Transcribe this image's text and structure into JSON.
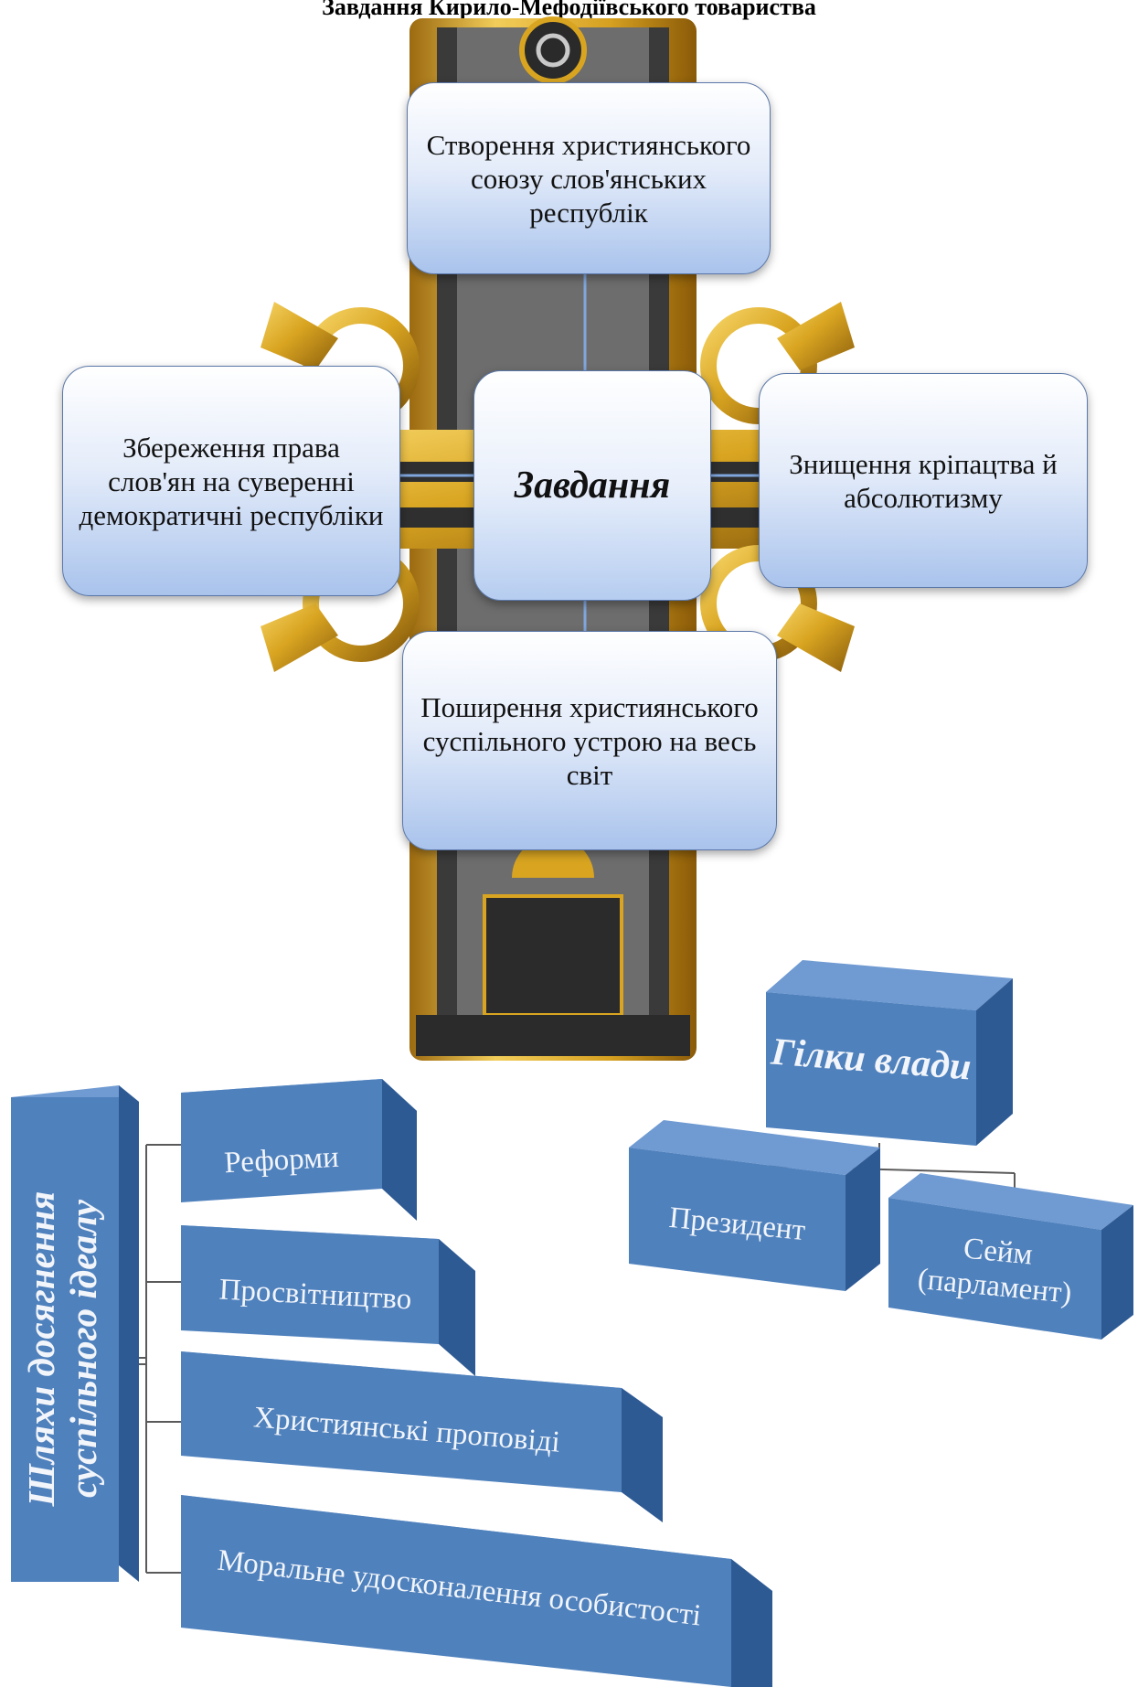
{
  "header": {
    "title": "Завдання Кирило-Мефодіївського товариства"
  },
  "center": {
    "label": "Завдання"
  },
  "tasks": {
    "top": "Створення християнського союзу слов'янських республік",
    "left": "Збереження права слов'ян на суверенні демократичні республіки",
    "right": "Знищення кріпацтва й абсолютизму",
    "bottom": "Поширення християнського суспільного устрою на весь світ"
  },
  "ways": {
    "title_line1": "Шляхи досягнення",
    "title_line2": "суспільного ідеалу",
    "items": [
      "Реформи",
      "Просвітництво",
      "Християнські  проповіді",
      "Моральне  удосконалення  особистості"
    ]
  },
  "branches": {
    "title": "Гілки влади",
    "items": [
      "Президент",
      "Сейм (парламент)"
    ]
  },
  "colors": {
    "slab_front": "#4f81bd",
    "slab_side": "#2e5a94",
    "box_border": "#5a77a8",
    "cross_gold": "#d9a521"
  }
}
